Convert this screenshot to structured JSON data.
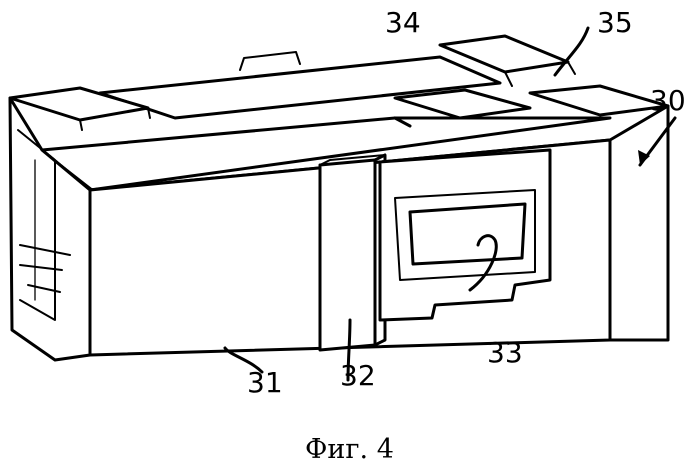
{
  "labels": {
    "l30": "30",
    "l31": "31",
    "l32": "32",
    "l33": "33",
    "l34": "34",
    "l35": "35"
  },
  "caption": "Фиг. 4"
}
